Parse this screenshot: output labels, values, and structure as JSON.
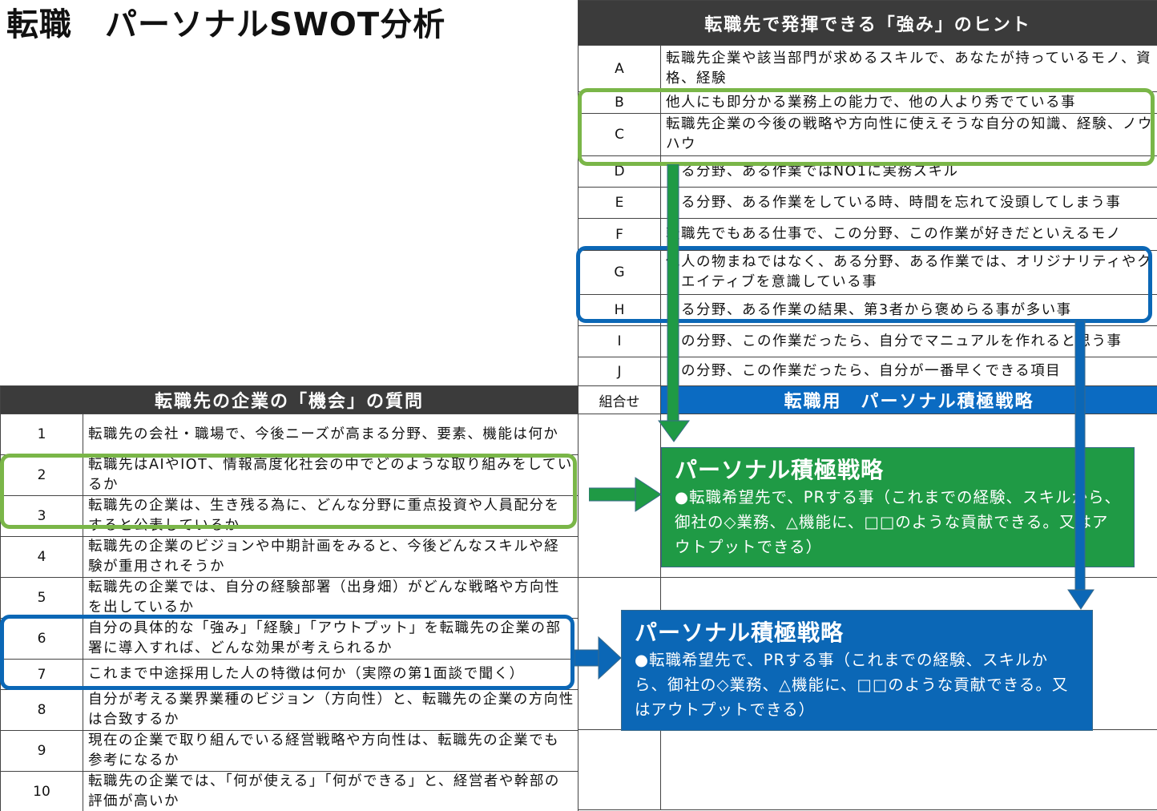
{
  "title": "転職　パーソナルSWOT分析",
  "strengths": {
    "header": "転職先で発揮できる「強み」のヒント",
    "rows": [
      {
        "key": "A",
        "text": "転職先企業や該当部門が求めるスキルで、あなたが持っているモノ、資格、経験"
      },
      {
        "key": "B",
        "text": "他人にも即分かる業務上の能力で、他の人より秀でている事"
      },
      {
        "key": "C",
        "text": "転職先企業の今後の戦略や方向性に使えそうな自分の知識、経験、ノウハウ"
      },
      {
        "key": "D",
        "text": "ある分野、ある作業ではNO1に実務スキル"
      },
      {
        "key": "E",
        "text": "ある分野、ある作業をしている時、時間を忘れて没頭してしまう事"
      },
      {
        "key": "F",
        "text": "転職先でもある仕事で、この分野、この作業が好きだといえるモノ"
      },
      {
        "key": "G",
        "text": "他人の物まねではなく、ある分野、ある作業では、オリジナリティやクリエイティブを意識している事"
      },
      {
        "key": "H",
        "text": "ある分野、ある作業の結果、第3者から褒めらる事が多い事"
      },
      {
        "key": "I",
        "text": "この分野、この作業だったら、自分でマニュアルを作れると思う事"
      },
      {
        "key": "J",
        "text": "この分野、この作業だったら、自分が一番早くできる項目"
      }
    ]
  },
  "opportunities": {
    "header": "転職先の企業の「機会」の質問",
    "rows": [
      {
        "key": "1",
        "text": "転職先の会社・職場で、今後ニーズが高まる分野、要素、機能は何か"
      },
      {
        "key": "2",
        "text": "転職先はAIやIOT、情報高度化社会の中でどのような取り組みをしているか"
      },
      {
        "key": "3",
        "text": "転職先の企業は、生き残る為に、どんな分野に重点投資や人員配分をすると公表しているか"
      },
      {
        "key": "4",
        "text": "転職先の企業のビジョンや中期計画をみると、今後どんなスキルや経験が重用されそうか"
      },
      {
        "key": "5",
        "text": "転職先の企業では、自分の経験部署（出身畑）がどんな戦略や方向性を出しているか"
      },
      {
        "key": "6",
        "text": "自分の具体的な「強み」「経験」「アウトプット」を転職先の企業の部署に導入すれば、どんな効果が考えられるか"
      },
      {
        "key": "7",
        "text": "これまで中途採用した人の特徴は何か（実際の第1面談で聞く）"
      },
      {
        "key": "8",
        "text": "自分が考える業界業種のビジョン（方向性）と、転職先の企業の方向性は合致するか"
      },
      {
        "key": "9",
        "text": "現在の企業で取り組んでいる経営戦略や方向性は、転職先の企業でも参考になるか"
      },
      {
        "key": "10",
        "text": "転職先の企業では、「何が使える」「何ができる」と、経営者や幹部の評価が高いか"
      }
    ]
  },
  "combination": {
    "col_label": "組合せ",
    "strategy_header": "転職用　パーソナル積極戦略"
  },
  "strategy_boxes": [
    {
      "title": "パーソナル積極戦略",
      "body": "●転職希望先で、PRする事（これまでの経験、スキルから、御社の◇業務、△機能に、□□のような貢献できる。又はアウトプットできる）",
      "color": "#1f9a45"
    },
    {
      "title": "パーソナル積極戦略",
      "body": "●転職希望先で、PRする事（これまでの経験、スキルから、御社の◇業務、△機能に、□□のような貢献できる。又はアウトプットできる）",
      "color": "#0b67b6"
    }
  ],
  "colors": {
    "header_bg": "#3b3b3b",
    "strategy_header_bg": "#0b6bc2",
    "ring_green": "#7ab648",
    "ring_blue": "#0b67b6",
    "arrow_green": "#1f9a45",
    "arrow_blue": "#0b67b6"
  }
}
